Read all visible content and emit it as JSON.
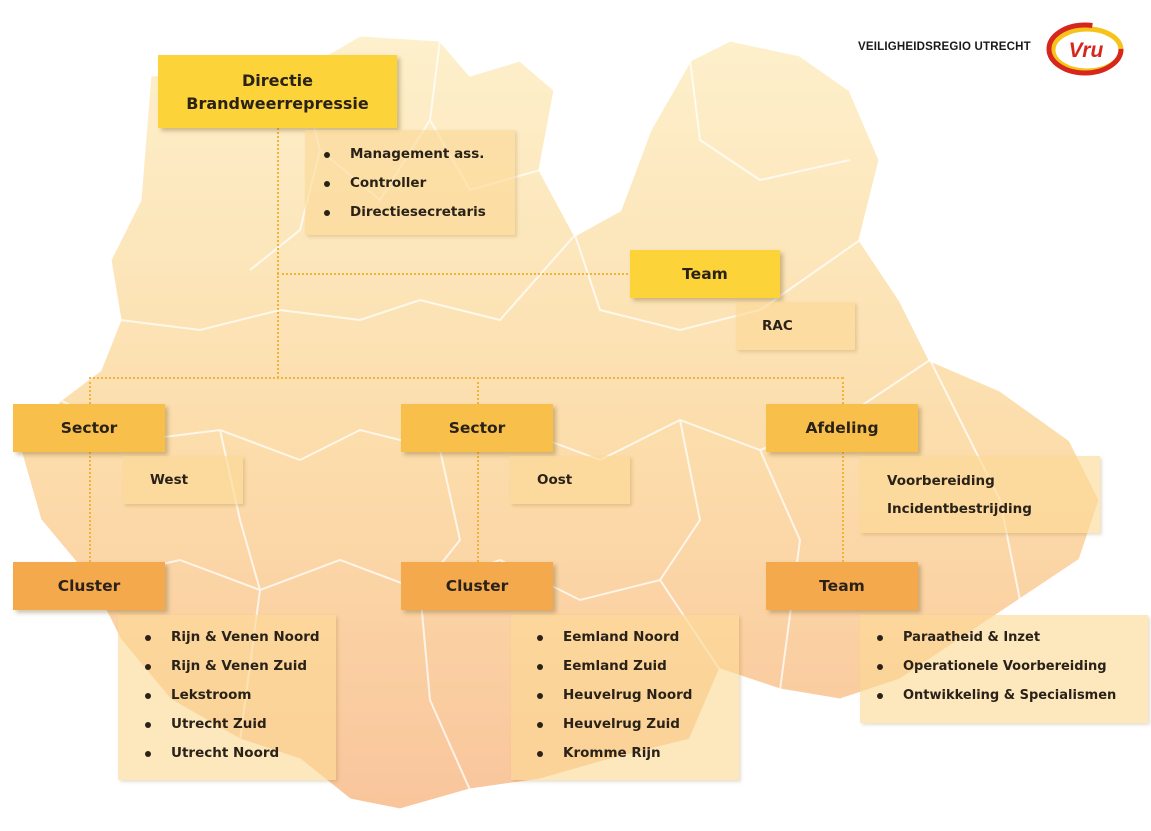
{
  "brand": {
    "org_name": "VEILIGHEIDSREGIO UTRECHT",
    "logo_text": "Vru",
    "colors": {
      "logo_red": "#d7261e",
      "logo_yellow": "#f7c31b"
    }
  },
  "colors": {
    "top_box": "#fcd339",
    "mid_box": "#f8c04a",
    "lower_box": "#f5a94d",
    "sub_box": "#fbd994",
    "connector": "#f2b33a",
    "map_light": "#fdecc3",
    "map_dark": "#f8c49a"
  },
  "nodes": {
    "directie": {
      "title_line1": "Directie",
      "title_line2": "Brandweerrepressie"
    },
    "directie_staff": [
      "Management ass.",
      "Controller",
      "Directiesecretaris"
    ],
    "team_rac": {
      "title": "Team",
      "label": "RAC"
    },
    "sector_west": {
      "title": "Sector",
      "label": "West"
    },
    "sector_oost": {
      "title": "Sector",
      "label": "Oost"
    },
    "afdeling": {
      "title": "Afdeling",
      "items": [
        "Voorbereiding",
        "Incidentbestrijding"
      ]
    },
    "cluster_west": {
      "title": "Cluster",
      "items": [
        "Rijn & Venen Noord",
        "Rijn & Venen Zuid",
        "Lekstroom",
        "Utrecht Zuid",
        "Utrecht Noord"
      ]
    },
    "cluster_oost": {
      "title": "Cluster",
      "items": [
        "Eemland Noord",
        "Eemland Zuid",
        "Heuvelrug Noord",
        "Heuvelrug Zuid",
        "Kromme Rijn"
      ]
    },
    "team_afdeling": {
      "title": "Team",
      "items": [
        "Paraatheid & Inzet",
        "Operationele Voorbereiding",
        "Ontwikkeling & Specialismen"
      ]
    }
  }
}
